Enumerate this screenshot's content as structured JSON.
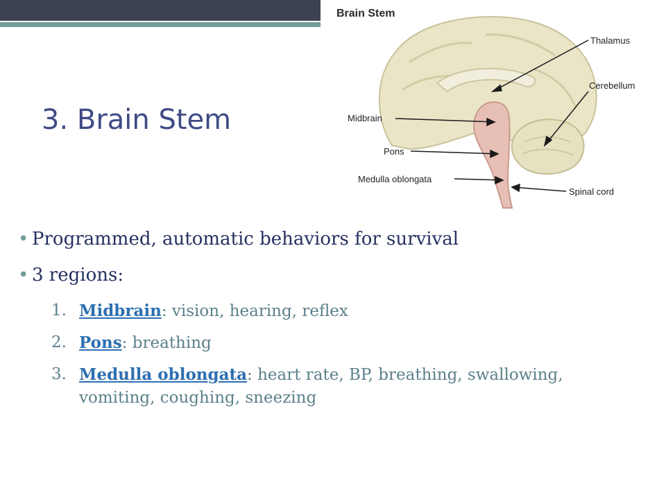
{
  "slide": {
    "title": "3. Brain Stem"
  },
  "diagram": {
    "heading": "Brain Stem",
    "labels": {
      "thalamus": "Thalamus",
      "cerebellum": "Cerebellum",
      "midbrain": "Midbrain",
      "pons": "Pons",
      "medulla": "Medulla oblongata",
      "spinal_cord": "Spinal cord"
    }
  },
  "bullets": [
    {
      "text": "Programmed, automatic behaviors for survival"
    },
    {
      "text": "3 regions:"
    }
  ],
  "regions": [
    {
      "number": "1.",
      "link": "Midbrain",
      "description": ": vision, hearing, reflex"
    },
    {
      "number": "2.",
      "link": "Pons",
      "description": ": breathing"
    },
    {
      "number": "3.",
      "link": "Medulla oblongata",
      "description": ": heart rate, BP, breathing, swallowing, vomiting, coughing, sneezing"
    }
  ],
  "colors": {
    "title": "#3f4b85",
    "bar_dark": "#3d4253",
    "bar_accent": "#6f9c9b",
    "bullet_text": "#253060",
    "sub_text": "#5b808a",
    "link": "#2d6fb0"
  }
}
